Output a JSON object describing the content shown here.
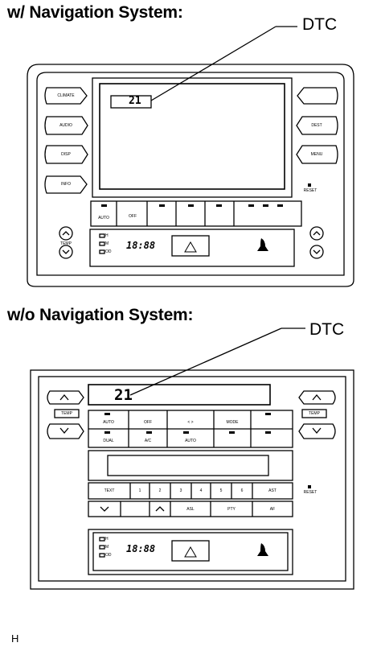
{
  "headings": {
    "nav": "w/ Navigation System:",
    "nonav": "w/o Navigation System:"
  },
  "callout": {
    "label": "DTC",
    "code": "21"
  },
  "panel_nav": {
    "left_buttons": [
      "CLIMATE",
      "AUDIO",
      "DISP",
      "INFO"
    ],
    "right_buttons": [
      "",
      "DEST",
      "MENU"
    ],
    "reset_label": "RESET",
    "row_buttons": [
      "AUTO",
      "OFF",
      "",
      "",
      "",
      ""
    ],
    "temp_label": "TEMP",
    "clock": "18:88",
    "mode_labels": [
      "H",
      "M",
      "OD"
    ]
  },
  "panel_nonav": {
    "dtc_code": "21",
    "temp_label": "TEMP",
    "row1": [
      "AUTO",
      "OFF",
      "<  >",
      "MODE",
      ""
    ],
    "row2": [
      "DUAL",
      "A/C",
      "AUTO",
      "",
      ""
    ],
    "presets": [
      "TEXT",
      "1",
      "2",
      "3",
      "4",
      "5",
      "6",
      "AST"
    ],
    "bottom_row": [
      "",
      "",
      "",
      "ASL",
      "PTY",
      "AF"
    ],
    "reset_label": "RESET",
    "clock": "18:88",
    "mode_labels": [
      "H",
      "M",
      "OD"
    ]
  },
  "footer": "H"
}
